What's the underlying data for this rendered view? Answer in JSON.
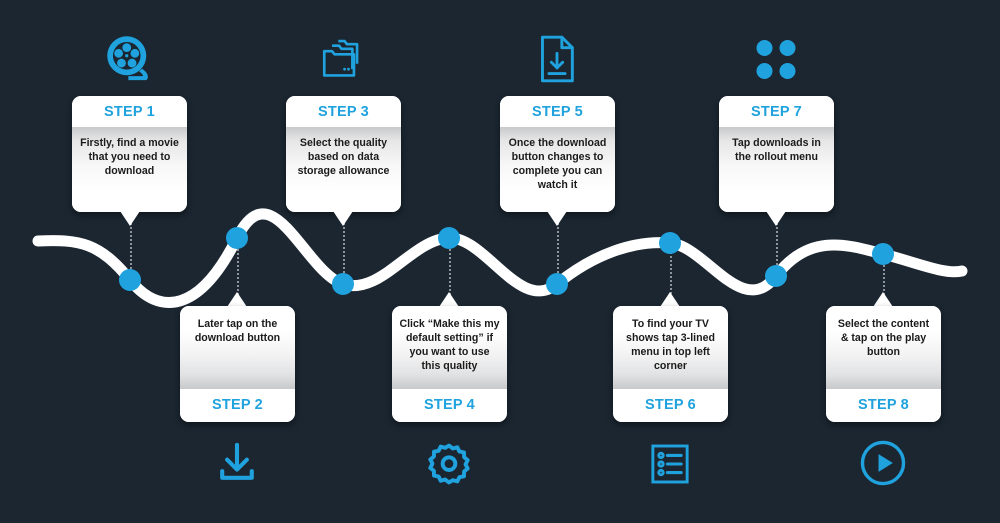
{
  "theme": {
    "background": "#1b2631",
    "accent": "#1fa2dd",
    "card_bg": "#ffffff",
    "text": "#1b1b1b",
    "wave": "#ffffff",
    "connector": "#8d949c"
  },
  "steps": [
    {
      "label": "STEP 1",
      "text": "Firstly, find a movie that you need to download",
      "icon": "film-reel-icon",
      "position": "top"
    },
    {
      "label": "STEP 2",
      "text": "Later tap on the download button",
      "icon": "download-icon",
      "position": "bottom"
    },
    {
      "label": "STEP 3",
      "text": "Select the quality based on data storage allowance",
      "icon": "folders-icon",
      "position": "top"
    },
    {
      "label": "STEP 4",
      "text": "Click “Make this my default setting” if you want to use this quality",
      "icon": "gear-icon",
      "position": "bottom"
    },
    {
      "label": "STEP 5",
      "text": "Once the download button changes to complete you can watch it",
      "icon": "file-download-icon",
      "position": "top"
    },
    {
      "label": "STEP 6",
      "text": "To find your TV shows tap 3-lined menu in top left corner",
      "icon": "list-menu-icon",
      "position": "bottom"
    },
    {
      "label": "STEP 7",
      "text": "Tap downloads in the rollout menu",
      "icon": "four-dots-icon",
      "position": "top"
    },
    {
      "label": "STEP 8",
      "text": "Select the content & tap on the play button",
      "icon": "play-circle-icon",
      "position": "bottom"
    }
  ]
}
